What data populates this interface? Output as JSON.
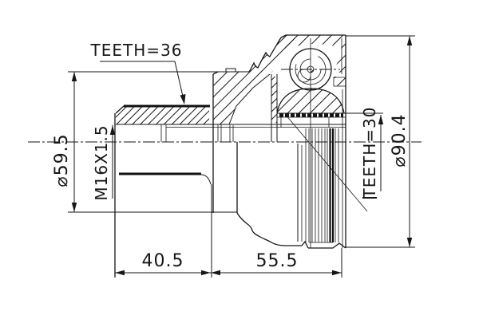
{
  "drawing": {
    "background_color": "#ffffff",
    "line_color": "#161616",
    "part": "cv-joint-outer-cross-section",
    "labels": {
      "teeth_outer": "TEETH=36",
      "teeth_inner": "TEETH=30",
      "thread_spec": "M16X1.5",
      "stem_diameter": "⌀59.5",
      "housing_diameter": "⌀90.4",
      "stem_length": "40.5",
      "housing_length": "55.5"
    }
  }
}
